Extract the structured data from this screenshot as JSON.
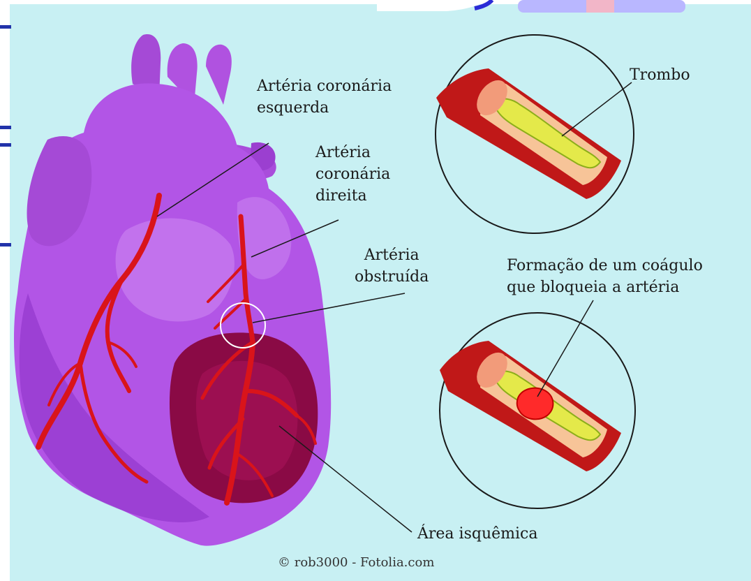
{
  "colors": {
    "background": "#c8f0f3",
    "heart": "#b255e6",
    "heart_dark": "#8a2fc4",
    "artery": "#d9141a",
    "ischemic_area": "#8a0a45",
    "vessel_wall": "#c01818",
    "plaque": "#e4e94a",
    "lumen": "#f7c498",
    "clot": "#ff2a2a"
  },
  "icons": [
    "heart-illustration",
    "artery-cross-section",
    "thrombus",
    "clot"
  ],
  "labels": {
    "trombo": "Trombo",
    "arteria_esquerda": [
      "Artéria coronária",
      "esquerda"
    ],
    "arteria_direita": [
      "Artéria",
      "coronária",
      "direita"
    ],
    "arteria_obstruida": [
      "Artéria",
      "obstruída"
    ],
    "formacao_coagulo": [
      "Formação de um coágulo",
      "que bloqueia a artéria"
    ],
    "area_isquemica": "Área isquêmica"
  },
  "credit": "© rob3000 - Fotolia.com"
}
